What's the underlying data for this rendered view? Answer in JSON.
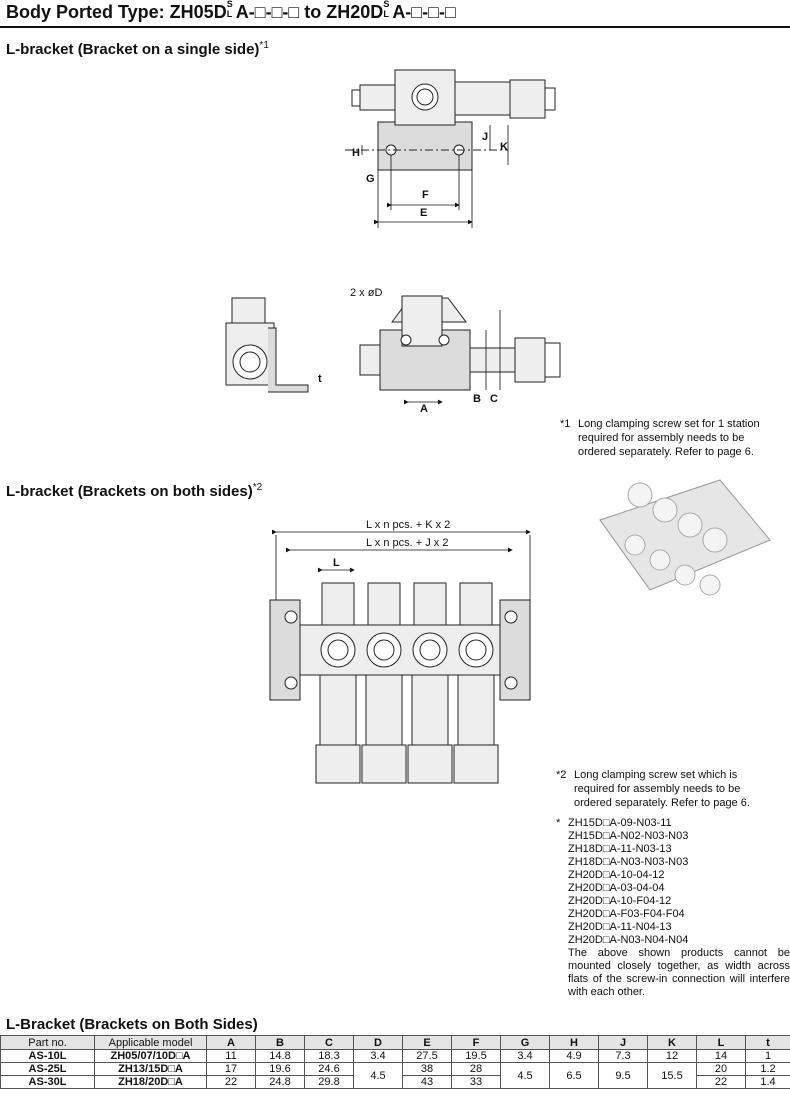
{
  "header": {
    "title": "Body Ported Type: ZH05D S/L A-□-□-□ to ZH20D S/L A-□-□-□",
    "title_parts": [
      "Body Ported Type: ZH05D",
      "S",
      "L",
      "A-□-□-□ to ZH20D",
      "S",
      "L",
      "A-□-□-□"
    ]
  },
  "section1": {
    "title": "L-bracket (Bracket on a single side)",
    "mark": "*1"
  },
  "section2": {
    "title": "L-bracket (Brackets on both sides)",
    "mark": "*2"
  },
  "drawing_labels": {
    "H": "H",
    "J": "J",
    "K": "K",
    "G": "G",
    "F": "F",
    "E": "E",
    "D": "2 x øD",
    "t": "t",
    "A": "A",
    "B": "B",
    "C": "C",
    "L": "L",
    "LK": "L x n pcs. + K x 2",
    "LJ": "L x n pcs. + J x 2"
  },
  "note1": {
    "mark": "*1",
    "lines": [
      "Long clamping screw set for 1 station",
      "required for assembly needs to be",
      "ordered separately.  Refer to page 6."
    ]
  },
  "note2": {
    "mark": "*2",
    "lines": [
      "Long clamping screw set which is",
      "required for assembly needs to be",
      "ordered separately.  Refer to page 6."
    ]
  },
  "note3": {
    "mark": "*",
    "models": [
      "ZH15D□A-09-N03-11",
      "ZH15D□A-N02-N03-N03",
      "ZH18D□A-11-N03-13",
      "ZH18D□A-N03-N03-N03",
      "ZH20D□A-10-04-12",
      "ZH20D□A-03-04-04",
      "ZH20D□A-10-F04-12",
      "ZH20D□A-F03-F04-F04",
      "ZH20D□A-11-N04-13",
      "ZH20D□A-N03-N04-N04"
    ],
    "text": "The above shown products cannot be mounted closely together, as width across flats of the screw-in connection will interfere with each other."
  },
  "table": {
    "title": "L-Bracket (Brackets on Both Sides)",
    "headers": [
      "Part no.",
      "Applicable model",
      "A",
      "B",
      "C",
      "D",
      "E",
      "F",
      "G",
      "H",
      "J",
      "K",
      "L",
      "t"
    ],
    "rows": [
      {
        "part": "AS-10L",
        "model": "ZH05/07/10D□A",
        "A": "11",
        "B": "14.8",
        "C": "18.3",
        "D": "3.4",
        "E": "27.5",
        "F": "19.5",
        "G": "3.4",
        "H": "4.9",
        "J": "7.3",
        "K": "12",
        "L": "14",
        "t": "1"
      },
      {
        "part": "AS-25L",
        "model": "ZH13/15D□A",
        "A": "17",
        "B": "19.6",
        "C": "24.6",
        "E": "38",
        "F": "28",
        "L": "20",
        "t": "1.2"
      },
      {
        "part": "AS-30L",
        "model": "ZH18/20D□A",
        "A": "22",
        "B": "24.8",
        "C": "29.8",
        "E": "43",
        "F": "33",
        "L": "22",
        "t": "1.4"
      }
    ],
    "merged": {
      "D": "4.5",
      "G": "4.5",
      "H": "6.5",
      "J": "9.5",
      "K": "15.5"
    }
  }
}
